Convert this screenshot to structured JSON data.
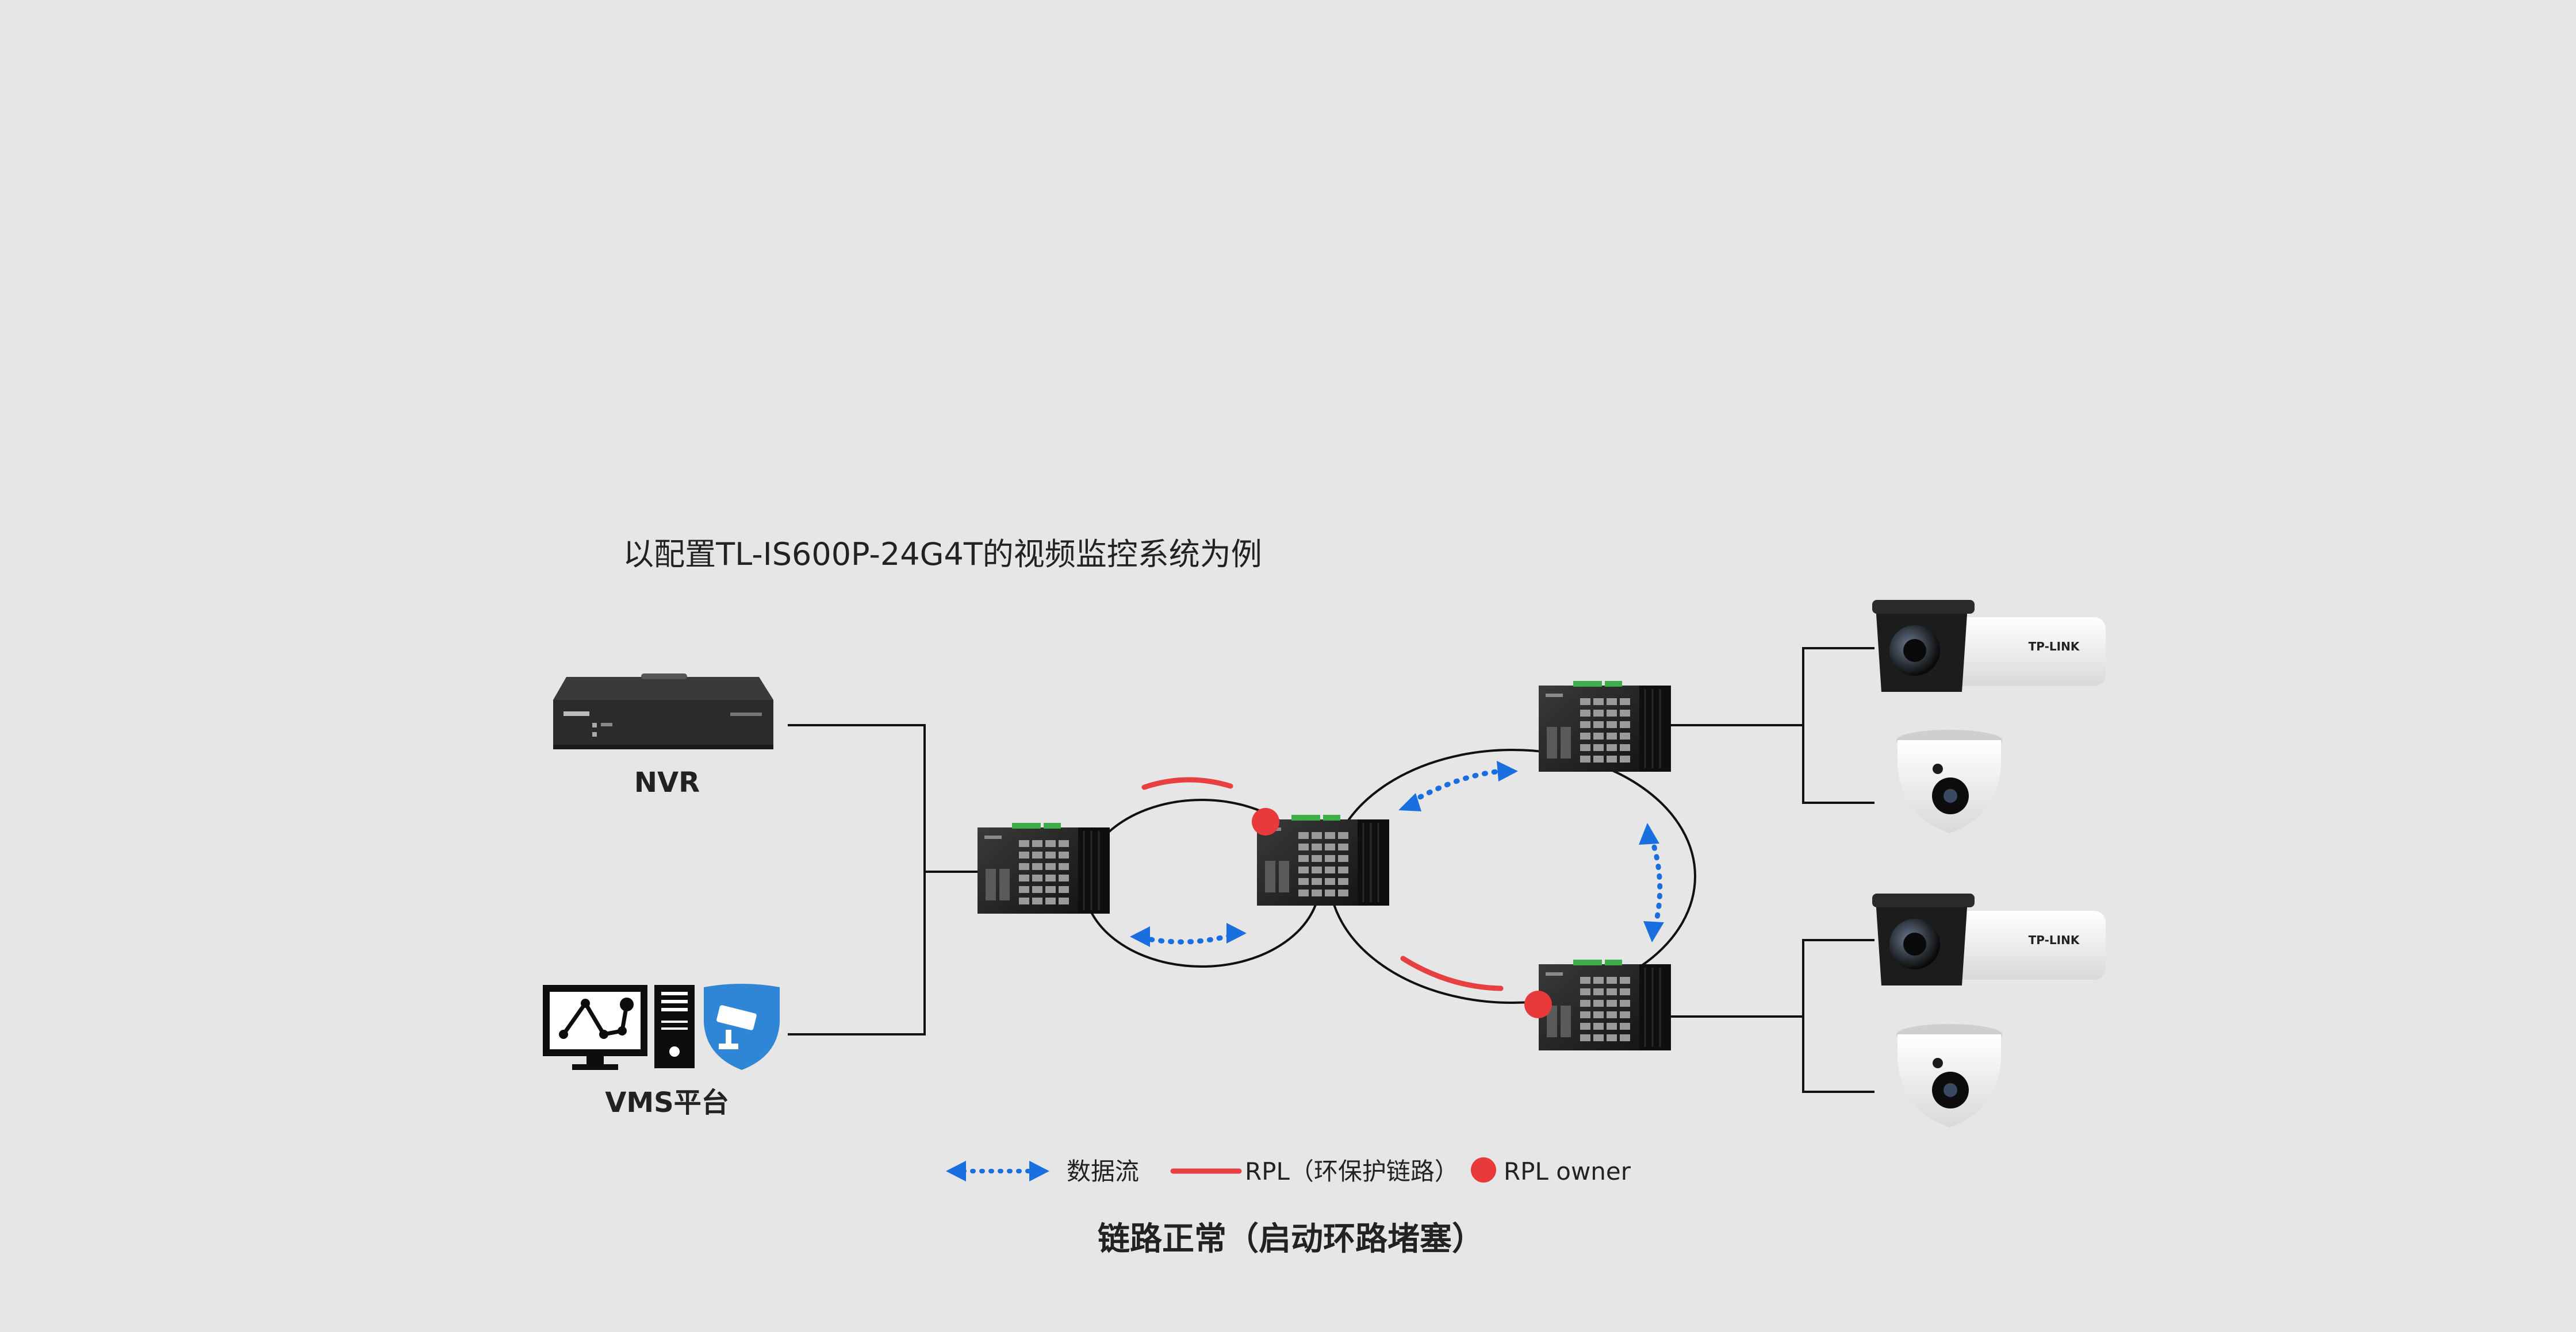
{
  "title": "以配置TL-IS600P-24G4T的视频监控系统为例",
  "devices": {
    "nvr_label": "NVR",
    "vms_label": "VMS平台",
    "camera_brand": "TP-LINK"
  },
  "legend": {
    "data_flow": "数据流",
    "rpl": "RPL（环保护链路）",
    "rpl_owner": "RPL owner"
  },
  "caption": "链路正常（启动环路堵塞）",
  "colors": {
    "background": "#e6e6e6",
    "data_flow": "#1a6fe0",
    "rpl": "#e84040",
    "rpl_owner": "#e83a3a",
    "shield": "#2f86d6"
  }
}
